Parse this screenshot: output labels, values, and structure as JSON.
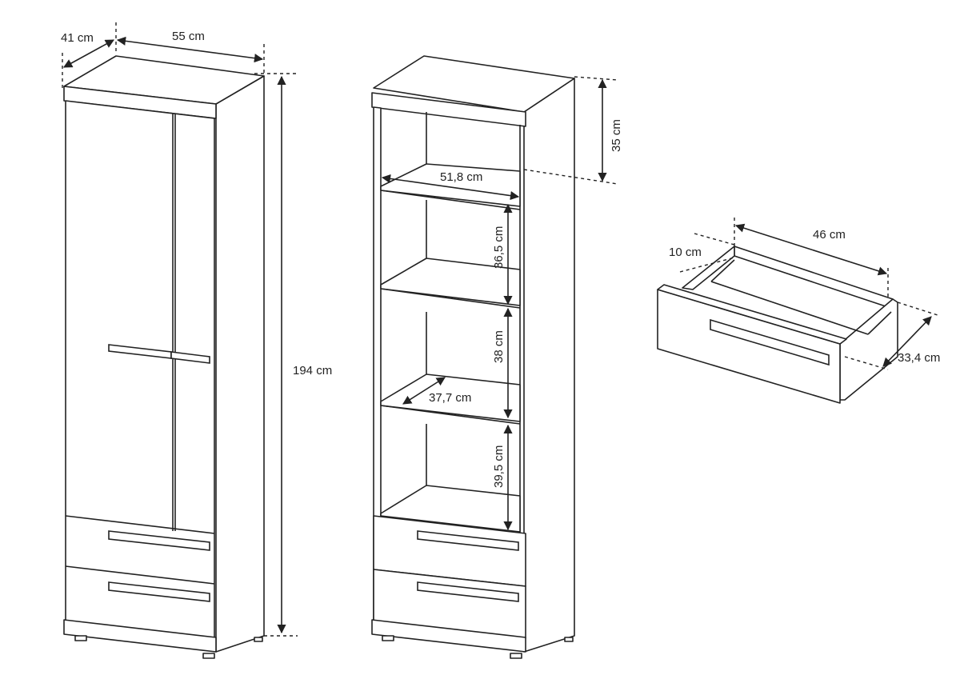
{
  "dimensions": {
    "depth": "41 cm",
    "width": "55 cm",
    "height": "194 cm",
    "top_section": "35 cm",
    "inner_width": "51,8 cm",
    "shelf_1": "36,5 cm",
    "shelf_2": "38 cm",
    "inner_depth": "37,7 cm",
    "shelf_3": "39,5 cm",
    "drawer_width": "46 cm",
    "drawer_height": "10 cm",
    "drawer_depth": "33,4 cm"
  }
}
